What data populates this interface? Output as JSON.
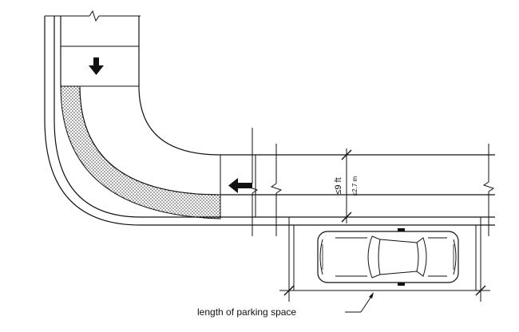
{
  "diagram": {
    "dimension_imperial": "≤9 ft",
    "dimension_metric": "≤2.7 m",
    "parking_label": "length of parking space"
  },
  "colors": {
    "ink": "#111111",
    "paper": "#ffffff",
    "stipple_dot": "#333333"
  },
  "icons": {
    "arrow_down": "down-arrow-icon",
    "arrow_left": "left-arrow-icon",
    "car": "car-top-view-icon",
    "break_mark": "break-line-icon"
  }
}
